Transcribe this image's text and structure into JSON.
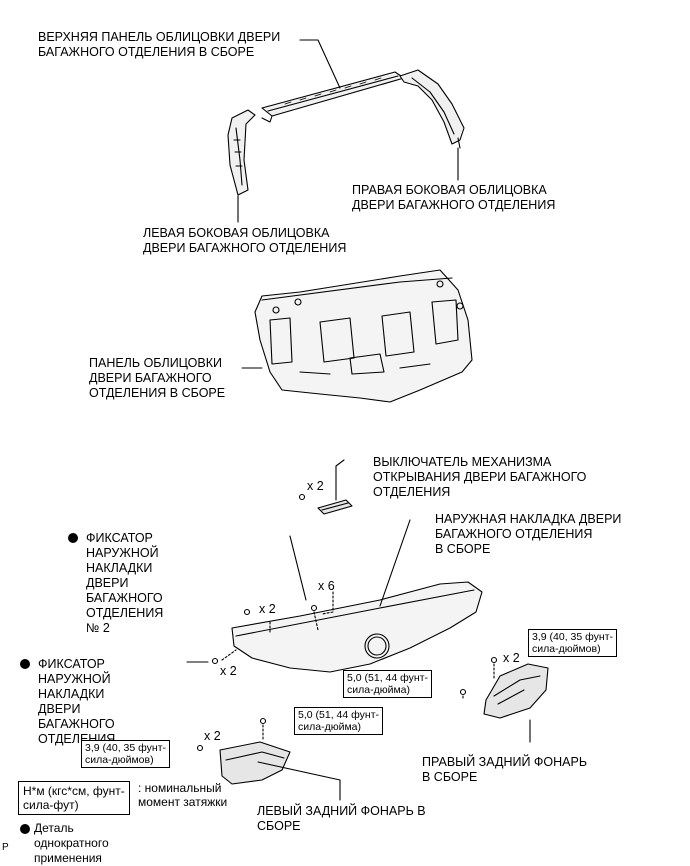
{
  "labels": {
    "upper_trim": "ВЕРХНЯЯ ПАНЕЛЬ ОБЛИЦОВКИ ДВЕРИ\nБАГАЖНОГО ОТДЕЛЕНИЯ В СБОРЕ",
    "right_side_trim": "ПРАВАЯ БОКОВАЯ ОБЛИЦОВКА\nДВЕРИ БАГАЖНОГО ОТДЕЛЕНИЯ",
    "left_side_trim": "ЛЕВАЯ БОКОВАЯ ОБЛИЦОВКА\nДВЕРИ БАГАЖНОГО ОТДЕЛЕНИЯ",
    "door_trim_panel": "ПАНЕЛЬ ОБЛИЦОВКИ\nДВЕРИ БАГАЖНОГО\nОТДЕЛЕНИЯ В СБОРЕ",
    "opener_switch": "ВЫКЛЮЧАТЕЛЬ МЕХАНИЗМА\nОТКРЫВАНИЯ ДВЕРИ БАГАЖНОГО\nОТДЕЛЕНИЯ",
    "outer_garnish": "НАРУЖНАЯ НАКЛАДКА ДВЕРИ\nБАГАЖНОГО ОТДЕЛЕНИЯ\nВ СБОРЕ",
    "retainer_no2": "ФИКСАТОР НАРУЖНОЙ\nНАКЛАДКИ ДВЕРИ\nБАГАЖНОГО ОТДЕЛЕНИЯ\n№ 2",
    "retainer": "ФИКСАТОР НАРУЖНОЙ\nНАКЛАДКИ ДВЕРИ\nБАГАЖНОГО\nОТДЕЛЕНИЯ",
    "right_lamp": "ПРАВЫЙ ЗАДНИЙ ФОНАРЬ\nВ СБОРЕ",
    "left_lamp": "ЛЕВЫЙ ЗАДНИЙ ФОНАРЬ В\nСБОРЕ"
  },
  "quantities": {
    "switch_screws": "x 2",
    "garnish_clips": "x 6",
    "retainer_no2_clips": "x 2",
    "retainer_clips": "x 2",
    "right_lamp_bolts": "x 2",
    "left_lamp_bolts": "x 2"
  },
  "torques": {
    "right_lamp_bolt": "3,9 (40, 35 фунт-\nсила-дюймов)",
    "right_lamp_nut": "5,0 (51, 44 фунт-\nсила-дюйма)",
    "left_lamp_nut": "5,0 (51, 44 фунт-\nсила-дюйма)",
    "left_lamp_bolt": "3,9 (40, 35 фунт-\nсила-дюймов)"
  },
  "legend": {
    "torque_key": "Н*м (кгс*см, фунт-\nсила-фут)",
    "torque_desc": ": номинальный\nмомент затяжки",
    "single_use": "Деталь однократного\nприменения",
    "corner_mark": "P"
  }
}
